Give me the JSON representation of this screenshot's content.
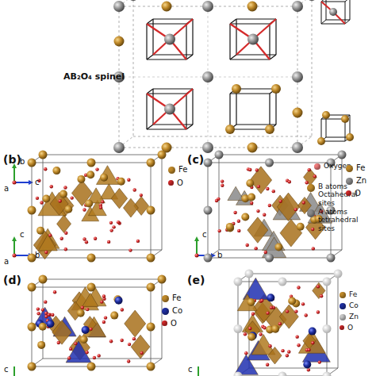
{
  "diagram": {
    "labels": [
      "AB₂O₄ spinel",
      "(b)",
      "(c)",
      "(d)",
      "(e)",
      "b",
      "c",
      "a",
      "c",
      "b",
      "a",
      "c",
      "b",
      "c",
      "c"
    ],
    "legend": [
      {
        "text": "Oxygen",
        "color": "#f07c7c"
      },
      {
        "text": "B atoms Octahedral sites",
        "color": "#c08a2a"
      },
      {
        "text": "A atoms tetrahedral sites",
        "color": "#8a8a8a"
      },
      {
        "text": "Fe",
        "color": "#c08a2a"
      },
      {
        "text": "O",
        "color": "#d42a2a"
      },
      {
        "text": "Fe",
        "color": "#c08a2a"
      },
      {
        "text": "Zn",
        "color": "#8f8f8f"
      },
      {
        "text": "O",
        "color": "#d42a2a"
      },
      {
        "text": "Fe",
        "color": "#c08a2a"
      },
      {
        "text": "Co",
        "color": "#1f2fa0"
      },
      {
        "text": "O",
        "color": "#d42a2a"
      },
      {
        "text": "Fe",
        "color": "#c08a2a"
      },
      {
        "text": "Co",
        "color": "#1f2fa0"
      },
      {
        "text": "Zn",
        "color": "#c8c8c8"
      },
      {
        "text": "O",
        "color": "#d42a2a"
      }
    ]
  }
}
